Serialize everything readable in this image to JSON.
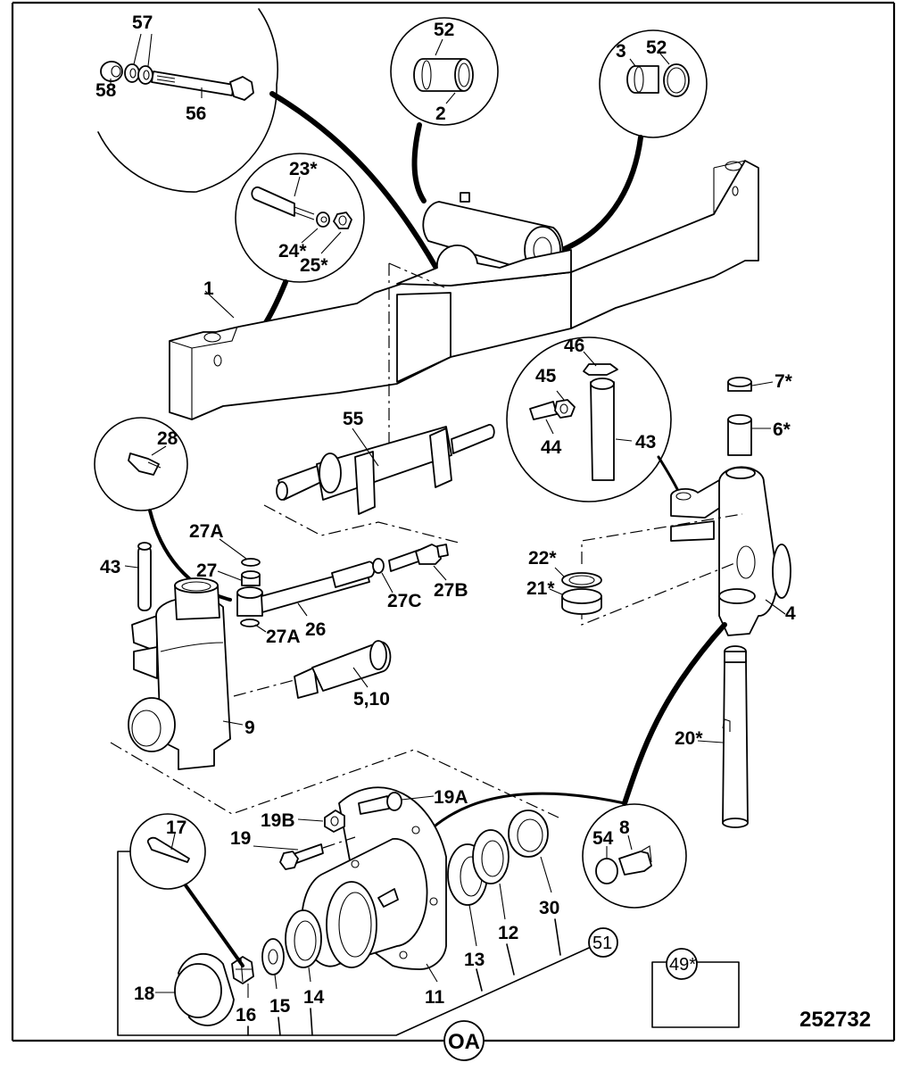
{
  "diagram": {
    "title": "Front axle exploded parts diagram",
    "reference_number": "252732",
    "group_marker": "OA",
    "kit_marker": "51",
    "boxed_marker": "49*",
    "callouts": {
      "c1": "1",
      "c2": "2",
      "c3": "3",
      "c4": "4",
      "c5_10": "5,10",
      "c6": "6*",
      "c7": "7*",
      "c8": "8",
      "c9": "9",
      "c11": "11",
      "c12": "12",
      "c13": "13",
      "c14": "14",
      "c15": "15",
      "c16": "16",
      "c17": "17",
      "c18": "18",
      "c19": "19",
      "c19a": "19A",
      "c19b": "19B",
      "c20": "20*",
      "c21": "21*",
      "c22": "22*",
      "c23": "23*",
      "c24": "24*",
      "c25": "25*",
      "c26": "26",
      "c27": "27",
      "c27a_top": "27A",
      "c27a_bot": "27A",
      "c27b": "27B",
      "c27c": "27C",
      "c28": "28",
      "c30": "30",
      "c43_left": "43",
      "c43_right": "43",
      "c44": "44",
      "c45": "45",
      "c46": "46",
      "c52_left": "52",
      "c52_right": "52",
      "c54": "54",
      "c55": "55",
      "c56": "56",
      "c57": "57",
      "c58": "58"
    }
  }
}
